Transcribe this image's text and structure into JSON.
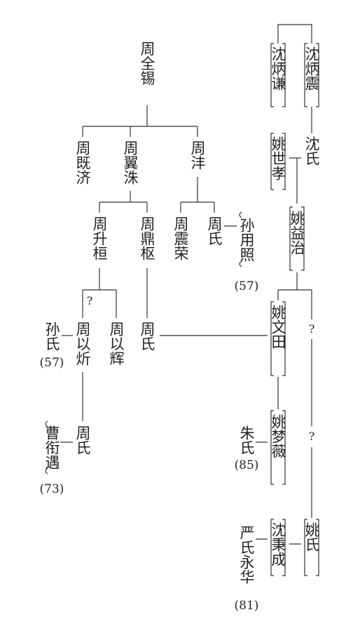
{
  "people": {
    "zhou_quanxi": "周全锡",
    "zhou_jiji": "周既济",
    "zhou_yizhu": "周翼洙",
    "zhou_feng": "周沣",
    "zhou_shenghuan": "周升桓",
    "zhou_dingshu": "周鼎枢",
    "zhou_zhenrong": "周震荣",
    "zhou_shi_a": "周氏",
    "sun_yongzhao": "孙用照",
    "sun_yongzhao_num": "(57)",
    "sun_shi": "孙氏",
    "sun_shi_num": "(57)",
    "zhou_yixin": "周以炘",
    "zhou_yihui": "周以辉",
    "zhou_shi_b": "周氏",
    "cao_yanyu": "曹衔遇",
    "cao_yanyu_num": "(73)",
    "zhou_shi_c": "周氏",
    "shen_bingqian": "沈炳谦",
    "shen_bingzhen": "沈炳震",
    "yao_shixiao": "姚世孝",
    "shen_shi": "沈氏",
    "yao_yizhi": "姚益治",
    "yao_wentian": "姚文田",
    "zhu_shi": "朱氏",
    "zhu_shi_num": "(85)",
    "yao_mengwei": "姚梦薇",
    "yan_shi": "严氏永华",
    "yan_shi_num": "(81)",
    "shen_bingcheng": "沈秉成",
    "yao_shi": "姚氏",
    "unknown_1": "?",
    "unknown_2": "?",
    "unknown_3": "?"
  }
}
